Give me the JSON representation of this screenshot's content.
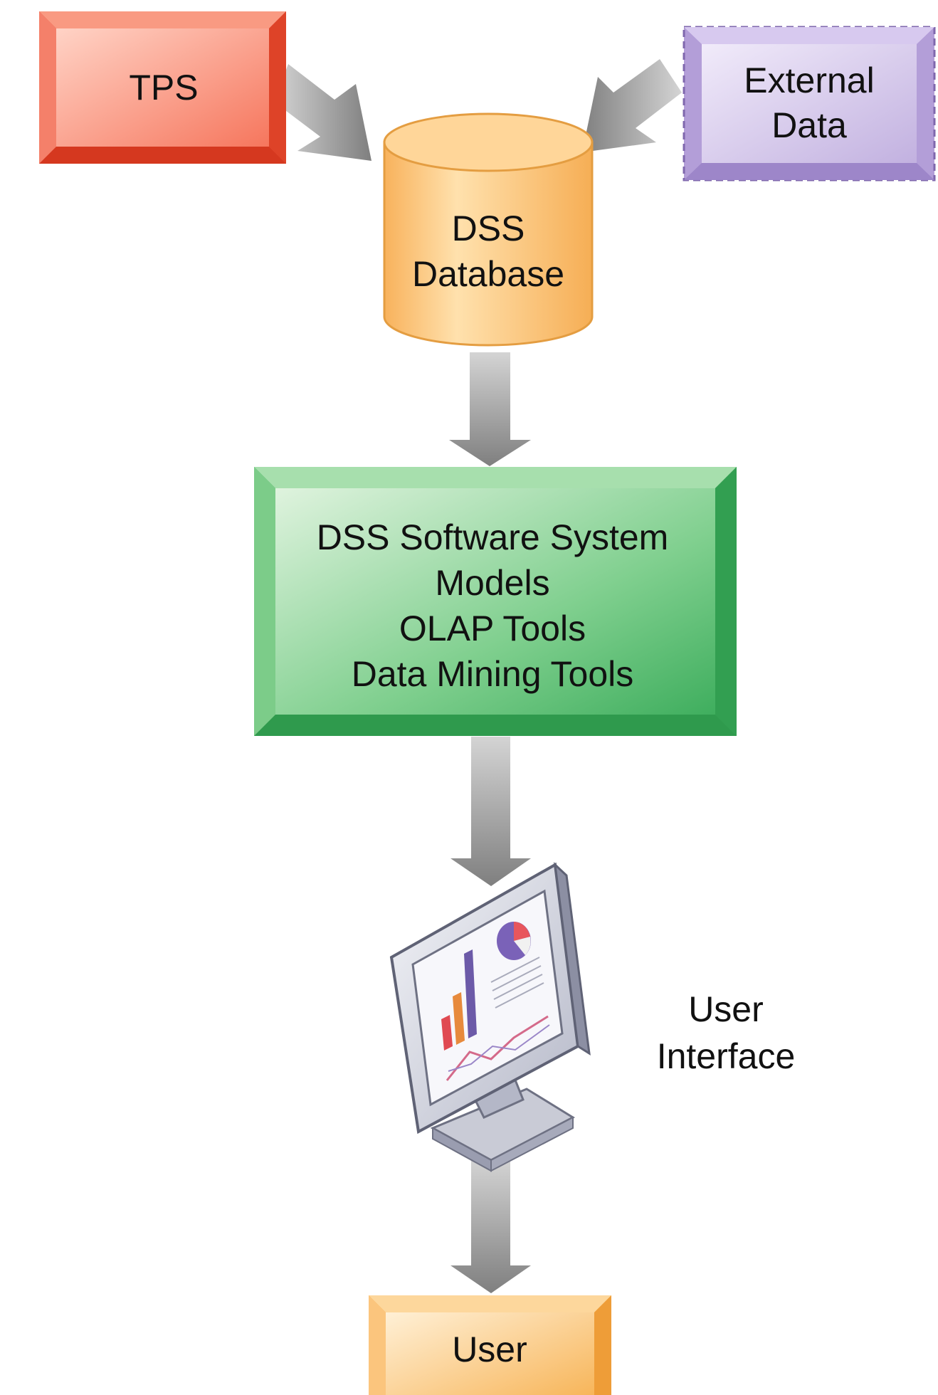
{
  "nodes": {
    "tps": {
      "label": "TPS"
    },
    "external": {
      "lines": [
        "External",
        "Data"
      ]
    },
    "database": {
      "lines": [
        "DSS",
        "Database"
      ]
    },
    "software": {
      "lines": [
        "DSS Software System",
        "Models",
        "OLAP Tools",
        "Data Mining Tools"
      ]
    },
    "interface": {
      "lines": [
        "User",
        "Interface"
      ]
    },
    "user": {
      "label": "User"
    }
  },
  "colors": {
    "tps": "#f26c55",
    "external": "#c7b6e2",
    "database": "#fbbd6a",
    "software": "#55bb70",
    "user": "#fbbd6a",
    "arrow": "#8f8f8f"
  }
}
